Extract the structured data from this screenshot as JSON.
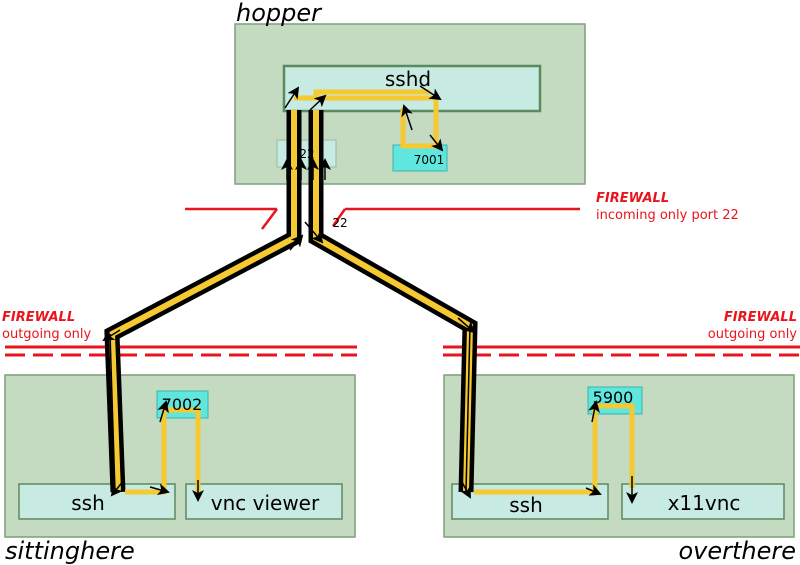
{
  "hosts": {
    "hopper": "hopper",
    "sittinghere": "sittinghere",
    "overthere": "overthere"
  },
  "processes": {
    "sshd": "sshd",
    "ssh_left": "ssh",
    "vnc_viewer": "vnc viewer",
    "ssh_right": "ssh",
    "x11vnc": "x11vnc"
  },
  "ports": {
    "hopper_22": "22",
    "hopper_7001": "7001",
    "firewall_22": "22",
    "left_7002": "7002",
    "right_5900": "5900"
  },
  "firewalls": {
    "top": {
      "title": "FIREWALL",
      "subtitle": "incoming only port 22"
    },
    "left": {
      "title": "FIREWALL",
      "subtitle": "outgoing only"
    },
    "right": {
      "title": "FIREWALL",
      "subtitle": "outgoing only"
    }
  },
  "colors": {
    "host_fill": "#c5dbc1",
    "host_stroke": "#7e9e7a",
    "process_fill": "#c7ebe2",
    "process_stroke": "#5b8a5e",
    "port_fill": "#5fe6de",
    "tunnel": "#f5c932",
    "firewall": "#e8161c"
  }
}
